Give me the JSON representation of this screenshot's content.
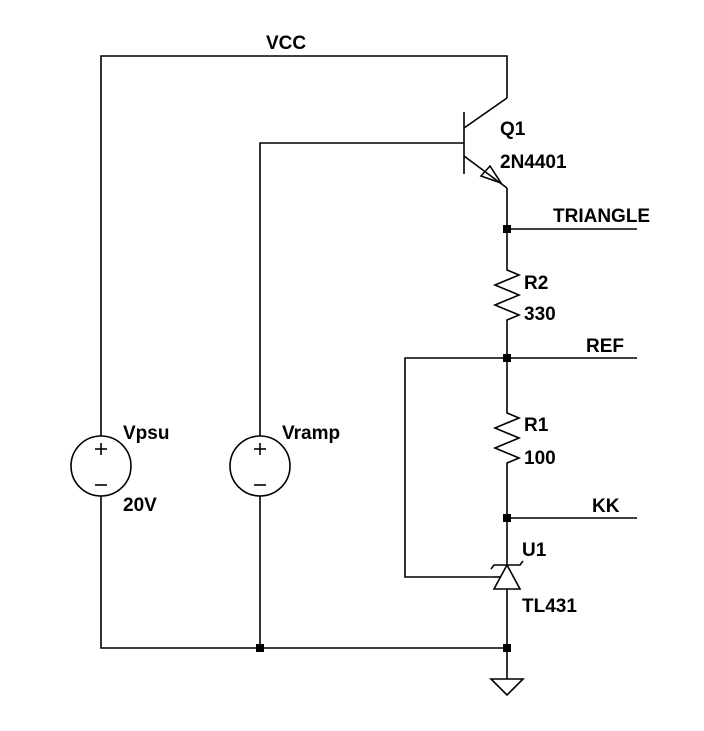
{
  "schematic": {
    "nets": {
      "supply": "VCC",
      "triangle": "TRIANGLE",
      "ref": "REF",
      "kk": "KK"
    },
    "components": {
      "q1": {
        "ref": "Q1",
        "value": "2N4401"
      },
      "r2": {
        "ref": "R2",
        "value": "330"
      },
      "r1": {
        "ref": "R1",
        "value": "100"
      },
      "u1": {
        "ref": "U1",
        "value": "TL431"
      },
      "vpsu": {
        "ref": "Vpsu",
        "value": "20V"
      },
      "vramp": {
        "ref": "Vramp"
      }
    }
  }
}
